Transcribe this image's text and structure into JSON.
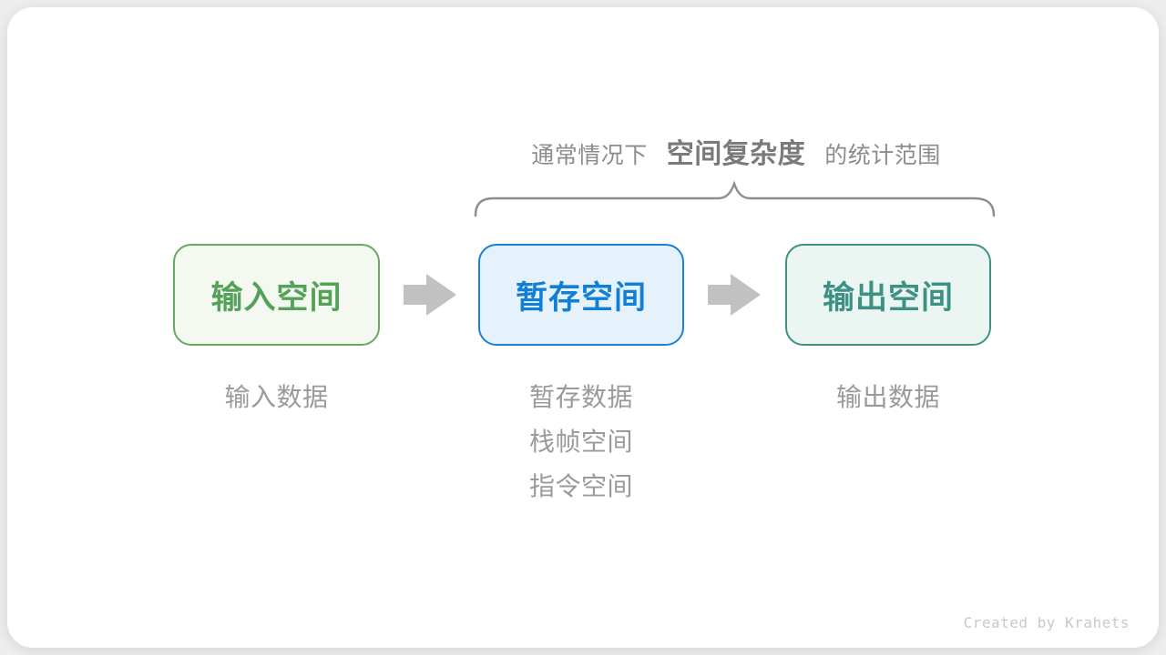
{
  "canvas": {
    "background": "#EDEDED",
    "card_background": "#FFFFFF"
  },
  "annotation": {
    "prefix": "通常情况下",
    "highlight": "空间复杂度",
    "suffix": "的统计范围",
    "text_color": "#8C8C8C",
    "highlight_color": "#7A7A7A"
  },
  "brace": {
    "icon": "curly-brace-up",
    "color": "#8E8E8E"
  },
  "arrow": {
    "icon": "right-block-arrow",
    "color": "#C1C1C1"
  },
  "boxes": [
    {
      "id": "input-space",
      "label": "输入空间",
      "border_color": "#67A865",
      "fill_color": "#F3F9F0",
      "text_color": "#56A159"
    },
    {
      "id": "temp-space",
      "label": "暂存空间",
      "border_color": "#1E80D2",
      "fill_color": "#E5F1FB",
      "text_color": "#117FD5"
    },
    {
      "id": "output-space",
      "label": "输出空间",
      "border_color": "#3F9183",
      "fill_color": "#EBF5F1",
      "text_color": "#3C9184"
    }
  ],
  "captions": {
    "color": "#9A9A9A",
    "input": {
      "lines": [
        "输入数据"
      ]
    },
    "temp": {
      "lines": [
        "暂存数据",
        "栈帧空间",
        "指令空间"
      ]
    },
    "output": {
      "lines": [
        "输出数据"
      ]
    }
  },
  "watermark": {
    "text": "Created by Krahets",
    "color": "#C8C8C8"
  }
}
